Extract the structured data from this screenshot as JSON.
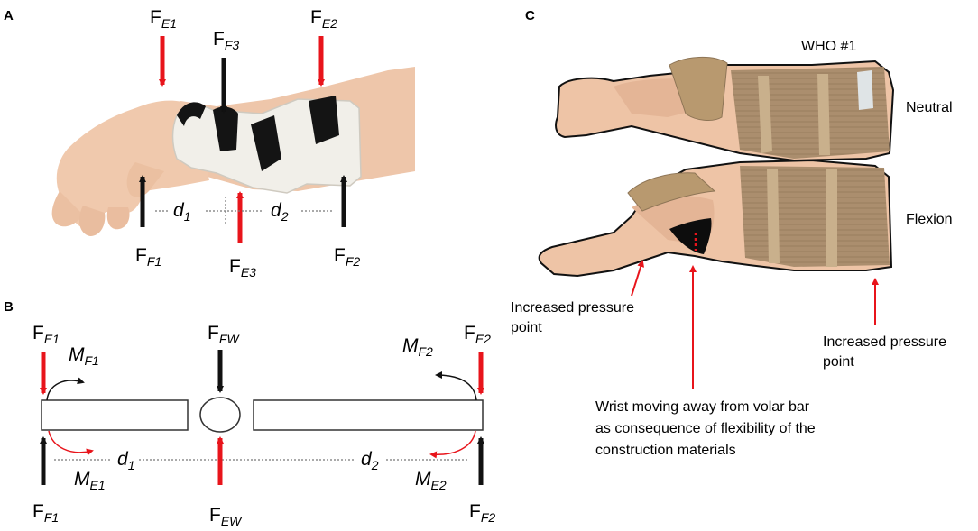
{
  "panels": {
    "a": "A",
    "b": "B",
    "c": "C"
  },
  "panel_a": {
    "fe1": {
      "main": "F",
      "sub": "E1"
    },
    "fe2": {
      "main": "F",
      "sub": "E2"
    },
    "fe3": {
      "main": "F",
      "sub": "E3"
    },
    "ff1": {
      "main": "F",
      "sub": "F1"
    },
    "ff2": {
      "main": "F",
      "sub": "F2"
    },
    "ff3": {
      "main": "F",
      "sub": "F3"
    },
    "d1": {
      "main": "d",
      "sub": "1"
    },
    "d2": {
      "main": "d",
      "sub": "2"
    }
  },
  "panel_b": {
    "fe1": {
      "main": "F",
      "sub": "E1"
    },
    "fe2": {
      "main": "F",
      "sub": "E2"
    },
    "ff1": {
      "main": "F",
      "sub": "F1"
    },
    "ff2": {
      "main": "F",
      "sub": "F2"
    },
    "ffw": {
      "main": "F",
      "sub": "FW"
    },
    "few": {
      "main": "F",
      "sub": "EW"
    },
    "mf1": {
      "main": "M",
      "sub": "F1"
    },
    "mf2": {
      "main": "M",
      "sub": "F2"
    },
    "me1": {
      "main": "M",
      "sub": "E1"
    },
    "me2": {
      "main": "M",
      "sub": "E2"
    },
    "d1": {
      "main": "d",
      "sub": "1"
    },
    "d2": {
      "main": "d",
      "sub": "2"
    }
  },
  "panel_c": {
    "title": "WHO #1",
    "neutral": "Neutral",
    "flexion": "Flexion",
    "pressure_left": [
      "Increased pressure",
      "point"
    ],
    "pressure_right": [
      "Increased pressure",
      "point"
    ],
    "wrist_note": [
      "Wrist moving away from volar bar",
      "as consequence of flexibility of the",
      "construction materials"
    ]
  },
  "colors": {
    "red": "#e8141b",
    "black": "#111111",
    "skin": "#edc4a8",
    "brace": "#b29676",
    "splint": "#f1efe9"
  }
}
